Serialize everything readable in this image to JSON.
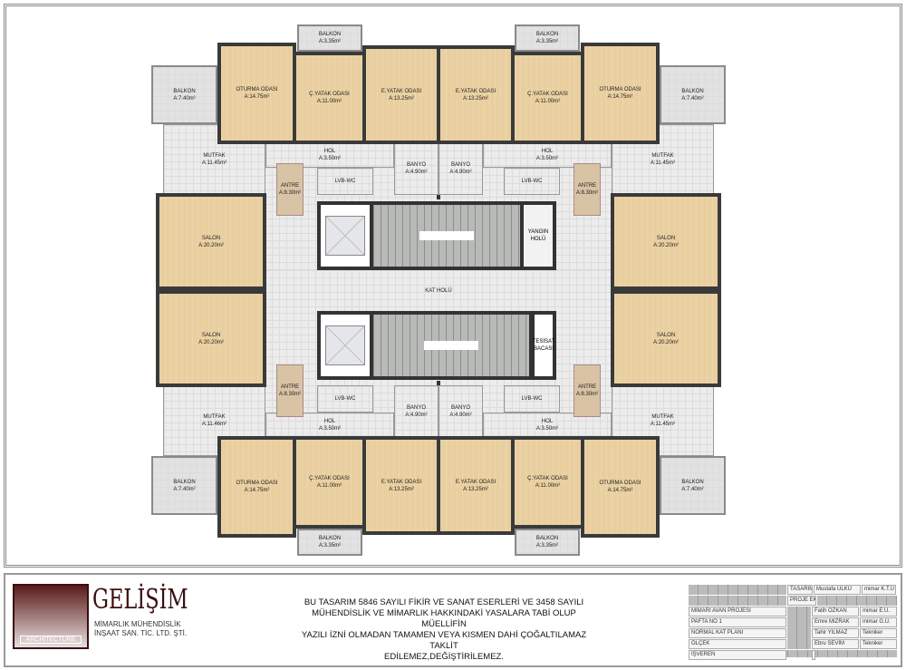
{
  "plan": {
    "quadrants": [
      {
        "id": "top-left",
        "rooms": [
          {
            "key": "balkon_b",
            "label": "BALKON",
            "area": "A:7.40m²"
          },
          {
            "key": "balkon_s",
            "label": "BALKON",
            "area": "A:3.35m²"
          },
          {
            "key": "mutfak",
            "label": "MUTFAK",
            "area": "A:11.45m²"
          },
          {
            "key": "hol",
            "label": "HOL",
            "area": "A:3.50m²"
          },
          {
            "key": "banyo",
            "label": "BANYO",
            "area": "A:4.90m²"
          },
          {
            "key": "lvb",
            "label": "LVB-WC",
            "area": ""
          },
          {
            "key": "antre",
            "label": "ANTRE",
            "area": "A:8.30m²"
          },
          {
            "key": "oturma",
            "label": "OTURMA ODASI",
            "area": "A:14.75m²"
          },
          {
            "key": "cyatak",
            "label": "Ç.YATAK ODASI",
            "area": "A:11.00m²"
          },
          {
            "key": "eyatak",
            "label": "E.YATAK ODASI",
            "area": "A:13.25m²"
          },
          {
            "key": "salon",
            "label": "SALON",
            "area": "A:20.20m²"
          }
        ]
      },
      {
        "id": "top-right",
        "rooms": [
          {
            "key": "balkon_b",
            "label": "BALKON",
            "area": "A:7.40m²"
          },
          {
            "key": "balkon_s",
            "label": "BALKON",
            "area": "A:3.35m²"
          },
          {
            "key": "mutfak",
            "label": "MUTFAK",
            "area": "A:11.45m²"
          },
          {
            "key": "hol",
            "label": "HOL",
            "area": "A:3.50m²"
          },
          {
            "key": "banyo",
            "label": "BANYO",
            "area": "A:4.90m²"
          },
          {
            "key": "lvb",
            "label": "LVB-WC",
            "area": ""
          },
          {
            "key": "antre",
            "label": "ANTRE",
            "area": "A:8.30m²"
          },
          {
            "key": "oturma",
            "label": "OTURMA ODASI",
            "area": "A:14.75m²"
          },
          {
            "key": "cyatak",
            "label": "Ç.YATAK ODASI",
            "area": "A:11.00m²"
          },
          {
            "key": "eyatak",
            "label": "E.YATAK ODASI",
            "area": "A:13.25m²"
          },
          {
            "key": "salon",
            "label": "SALON",
            "area": "A:20.20m²"
          }
        ]
      },
      {
        "id": "bottom-left",
        "rooms": [
          {
            "key": "balkon_b",
            "label": "BALKON",
            "area": "A:7.40m²"
          },
          {
            "key": "balkon_s",
            "label": "BALKON",
            "area": "A:3.35m²"
          },
          {
            "key": "mutfak",
            "label": "MUTFAK",
            "area": "A:11.46m²"
          },
          {
            "key": "hol",
            "label": "HOL",
            "area": "A:3.50m²"
          },
          {
            "key": "banyo",
            "label": "BANYO",
            "area": "A:4.90m²"
          },
          {
            "key": "lvb",
            "label": "LVB-WC",
            "area": ""
          },
          {
            "key": "antre",
            "label": "ANTRE",
            "area": "A:8.30m²"
          },
          {
            "key": "oturma",
            "label": "OTURMA ODASI",
            "area": "A:14.75m²"
          },
          {
            "key": "cyatak",
            "label": "Ç.YATAK ODASI",
            "area": "A:11.00m²"
          },
          {
            "key": "eyatak",
            "label": "E.YATAK ODASI",
            "area": "A:13.25m²"
          },
          {
            "key": "salon",
            "label": "SALON",
            "area": "A:20.20m²"
          }
        ]
      },
      {
        "id": "bottom-right",
        "rooms": [
          {
            "key": "balkon_b",
            "label": "BALKON",
            "area": "A:7.40m²"
          },
          {
            "key": "balkon_s",
            "label": "BALKON",
            "area": "A:3.35m²"
          },
          {
            "key": "mutfak",
            "label": "MUTFAK",
            "area": "A:11.45m²"
          },
          {
            "key": "hol",
            "label": "HOL",
            "area": "A:3.50m²"
          },
          {
            "key": "banyo",
            "label": "BANYO",
            "area": "A:4.90m²"
          },
          {
            "key": "lvb",
            "label": "LVB-WC",
            "area": ""
          },
          {
            "key": "antre",
            "label": "ANTRE",
            "area": "A:8.30m²"
          },
          {
            "key": "oturma",
            "label": "OTURMA ODASI",
            "area": "A:14.75m²"
          },
          {
            "key": "cyatak",
            "label": "Ç.YATAK ODASI",
            "area": "A:11.00m²"
          },
          {
            "key": "eyatak",
            "label": "E.YATAK ODASI",
            "area": "A:13.25m²"
          },
          {
            "key": "salon",
            "label": "SALON",
            "area": "A:20.20m²"
          }
        ]
      }
    ],
    "core": {
      "kat_holu": "KAT HOLÜ",
      "yangin_holu_1": "YANGIN",
      "yangin_holu_2": "HOLÜ",
      "tesisat_1": "TESİSAT",
      "tesisat_2": "BACASI"
    }
  },
  "title_block": {
    "logo_text": "ARCHITECTURE",
    "firm_name": "GELİŞİM",
    "firm_sub1": "MİMARLIK   MÜHENDİSLİK",
    "firm_sub2": "İNŞAAT SAN. TİC. LTD. ŞTİ.",
    "notice": [
      "BU TASARIM 5846 SAYILI FİKİR VE SANAT ESERLERİ VE 3458 SAYILI",
      "MÜHENDİSLİK VE MİMARLIK HAKKINDAKİ YASALARA TABİ OLUP MÜELLİFİN",
      "YAZILI İZNİ OLMADAN TAMAMEN VEYA KISMEN DAHİ ÇOĞALTILAMAZ TAKLİT",
      "EDİLEMEZ,DEĞİŞTİRİLEMEZ."
    ],
    "table": {
      "tasarim_label": "TASARIM",
      "designer": "Mustafa ÜLKÜ",
      "designer_role": "mimar  K.T.Ü",
      "proje_ekibi": "PROJE EKİBİ",
      "left_rows": [
        "MİMARİ AVAN PROJESİ",
        "PAFTA NO 1",
        "NORMAL KAT PLANI",
        "ÖLÇEK",
        "İŞVEREN"
      ],
      "team": [
        {
          "name": "Fatih ÖZKAN",
          "role": "mimar  E.Ü."
        },
        {
          "name": "Emre MIZRAK",
          "role": "mimar  G.Ü."
        },
        {
          "name": "Tahir YILMAZ",
          "role": "Tekniker"
        },
        {
          "name": "Ebru SEVİM",
          "role": "Tekniker"
        }
      ]
    }
  }
}
